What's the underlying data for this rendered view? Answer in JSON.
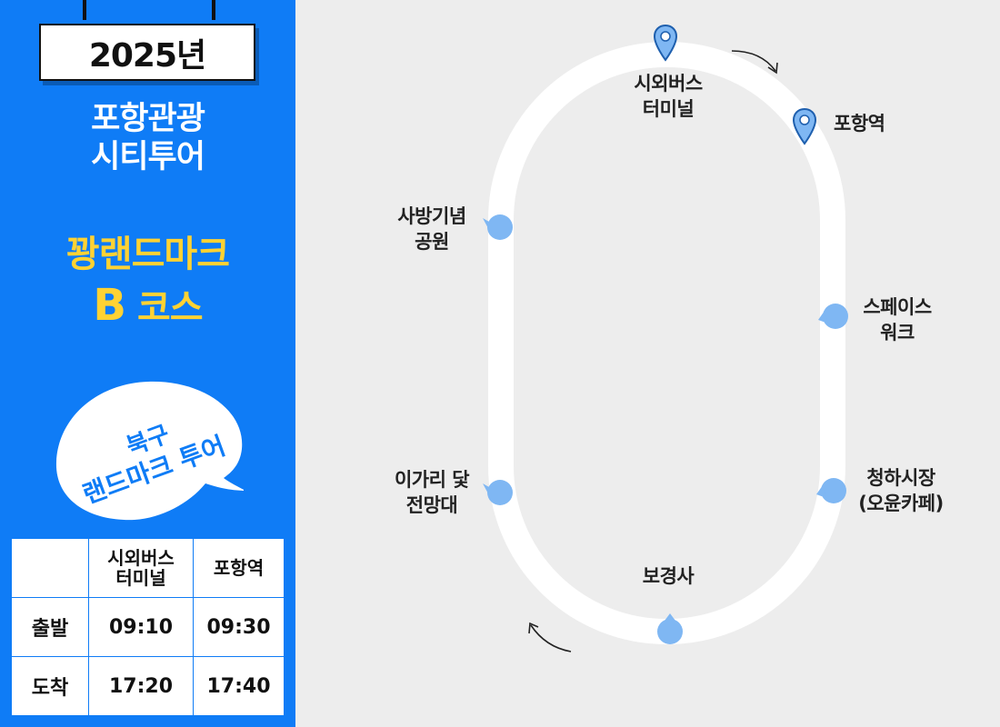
{
  "header": {
    "year": "2025년",
    "title_line1": "포항관광",
    "title_line2": "시티투어"
  },
  "course": {
    "line1": "꽝랜드마크",
    "letter": "B",
    "word": "코스"
  },
  "bubble": {
    "line1": "북구",
    "line2": "랜드마크 투어"
  },
  "schedule": {
    "columns": [
      "시외버스\n터미널",
      "포항역"
    ],
    "rows": [
      {
        "label": "출발",
        "values": [
          "09:10",
          "09:30"
        ]
      },
      {
        "label": "도착",
        "values": [
          "17:20",
          "17:40"
        ]
      }
    ]
  },
  "stops": {
    "terminal": {
      "line1": "시외버스",
      "line2": "터미널",
      "icon": "map-pin-icon"
    },
    "station": {
      "name": "포항역",
      "icon": "map-pin-icon"
    },
    "sabang": {
      "line1": "사방기념",
      "line2": "공원"
    },
    "space": {
      "line1": "스페이스",
      "line2": "워크"
    },
    "igari": {
      "line1": "이가리 닻",
      "line2": "전망대"
    },
    "cheongha": {
      "line1": "청하시장",
      "line2": "(오윤카페)"
    },
    "bogyeong": {
      "name": "보경사"
    }
  },
  "colors": {
    "brand_blue": "#0f7cf6",
    "course_yellow": "#ffd233",
    "stop_blue": "#7fb7f3",
    "pin_blue": "#4a8fe0"
  }
}
